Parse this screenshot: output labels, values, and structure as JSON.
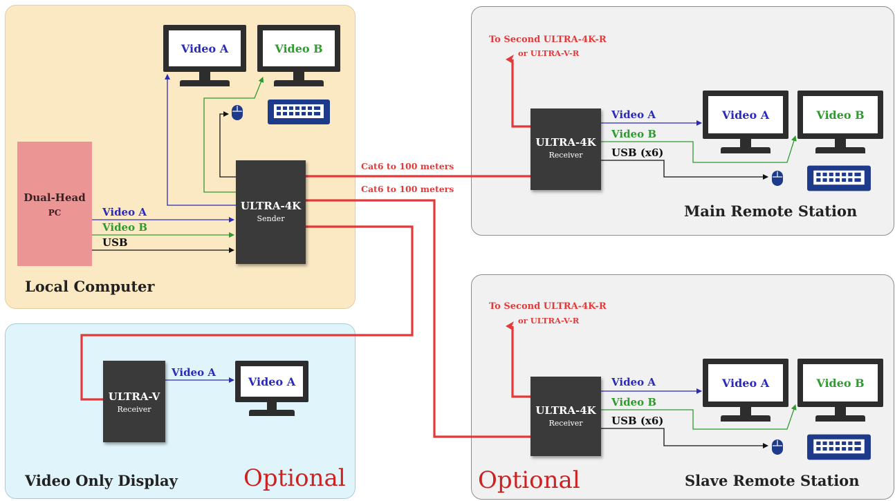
{
  "colors": {
    "video_a": "#2b2bb8",
    "video_b": "#2f9a2f",
    "usb": "#111111",
    "cat6": "#e23a3a",
    "local_panel": "#fbe9c4",
    "video_only_panel": "#dff4fb",
    "remote_panel": "#f1f1f1",
    "pc_box": "#ec9595",
    "device_box": "#3a3a3a",
    "icon_blue": "#1e3a8a"
  },
  "panels": {
    "local_computer": "Local Computer",
    "video_only_display": "Video Only Display",
    "main_remote_station": "Main Remote Station",
    "slave_remote_station": "Slave Remote Station",
    "optional_left": "Optional",
    "optional_right": "Optional"
  },
  "pc": {
    "line1": "Dual-Head",
    "line2": "PC"
  },
  "sender": {
    "line1": "ULTRA-4K",
    "line2": "Sender"
  },
  "ultra_v_receiver": {
    "line1": "ULTRA-V",
    "line2": "Receiver"
  },
  "main_receiver": {
    "line1": "ULTRA-4K",
    "line2": "Receiver"
  },
  "slave_receiver": {
    "line1": "ULTRA-4K",
    "line2": "Receiver"
  },
  "signals": {
    "video_a": "Video A",
    "video_b": "Video B",
    "usb": "USB",
    "usb_x6": "USB (x6)"
  },
  "cables": {
    "cat6_1": "Cat6 to 100 meters",
    "cat6_2": "Cat6 to 100 meters"
  },
  "second_receiver": {
    "line1": "To Second ULTRA-4K-R",
    "line2": "or ULTRA-V-R"
  },
  "monitors": {
    "local_a": "Video A",
    "local_b": "Video B",
    "main_a": "Video A",
    "main_b": "Video B",
    "slave_a": "Video A",
    "slave_b": "Video B",
    "video_only_a": "Video A"
  },
  "icons": {
    "mouse": "mouse-icon",
    "keyboard": "keyboard-icon",
    "monitor": "monitor-icon",
    "arrow": "arrow-up-icon"
  }
}
